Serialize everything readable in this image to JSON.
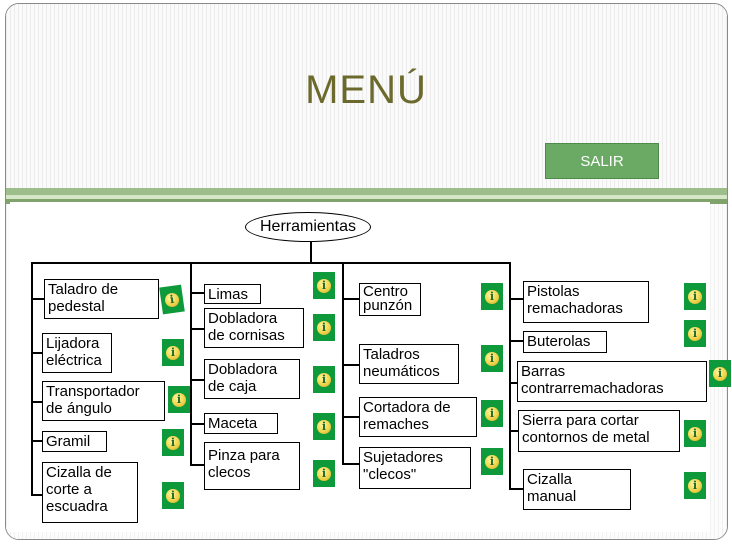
{
  "title": "MENÚ",
  "exit_label": "SALIR",
  "root": "Herramientas",
  "info_glyph": "i",
  "columns": [
    {
      "items": [
        "Taladro de\npedestal",
        "Lijadora\neléctrica",
        "Transportador\nde ángulo",
        "Gramil",
        "Cizalla de\ncorte a\nescuadra"
      ]
    },
    {
      "items": [
        "Limas",
        "Dobladora\nde cornisas",
        "Dobladora\nde caja",
        "Maceta",
        "Pinza para\nclecos"
      ]
    },
    {
      "items": [
        "Centro\npunzón",
        "Taladros\nneumáticos",
        "Cortadora de\nremaches",
        "Sujetadores\n\"clecos\""
      ]
    },
    {
      "items": [
        "Pistolas\nremachadoras",
        "Buterolas",
        "Barras\ncontrarremachadoras",
        "Sierra para cortar\ncontornos de metal",
        "Cizalla\nmanual"
      ]
    }
  ],
  "colors": {
    "title": "#6b6a2c",
    "exit_button": "#6aaa64",
    "info_button": "#0e9a3a",
    "band": "#9dbd8a"
  },
  "icons": {
    "info": "info-icon"
  }
}
